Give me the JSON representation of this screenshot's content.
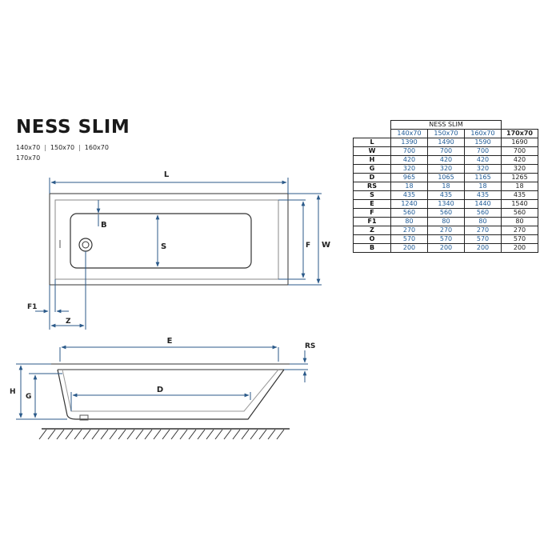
{
  "product": {
    "title": "NESS SLIM",
    "variants_line1": [
      "140x70",
      "150x70",
      "160x70"
    ],
    "variants_line2": [
      "170x70"
    ]
  },
  "diagram_labels": {
    "top_view": [
      "L",
      "B",
      "S",
      "F",
      "W",
      "F1",
      "Z"
    ],
    "side_view": [
      "E",
      "RS",
      "H",
      "G",
      "D"
    ]
  },
  "table": {
    "group_header": "NESS SLIM",
    "columns": [
      "140x70",
      "150x70",
      "160x70",
      "170x70"
    ],
    "rows": [
      {
        "dim": "L",
        "values": [
          "1390",
          "1490",
          "1590",
          "1690"
        ]
      },
      {
        "dim": "W",
        "values": [
          "700",
          "700",
          "700",
          "700"
        ]
      },
      {
        "dim": "H",
        "values": [
          "420",
          "420",
          "420",
          "420"
        ]
      },
      {
        "dim": "G",
        "values": [
          "320",
          "320",
          "320",
          "320"
        ]
      },
      {
        "dim": "D",
        "values": [
          "965",
          "1065",
          "1165",
          "1265"
        ]
      },
      {
        "dim": "RS",
        "values": [
          "18",
          "18",
          "18",
          "18"
        ]
      },
      {
        "dim": "S",
        "values": [
          "435",
          "435",
          "435",
          "435"
        ]
      },
      {
        "dim": "E",
        "values": [
          "1240",
          "1340",
          "1440",
          "1540"
        ]
      },
      {
        "dim": "F",
        "values": [
          "560",
          "560",
          "560",
          "560"
        ]
      },
      {
        "dim": "F1",
        "values": [
          "80",
          "80",
          "80",
          "80"
        ]
      },
      {
        "dim": "Z",
        "values": [
          "270",
          "270",
          "270",
          "270"
        ]
      },
      {
        "dim": "O",
        "values": [
          "570",
          "570",
          "570",
          "570"
        ]
      },
      {
        "dim": "B",
        "values": [
          "200",
          "200",
          "200",
          "200"
        ]
      }
    ]
  },
  "colors": {
    "dimension_line": "#2b5a8a",
    "outline": "#333333",
    "table_value": "#1e5a96"
  }
}
